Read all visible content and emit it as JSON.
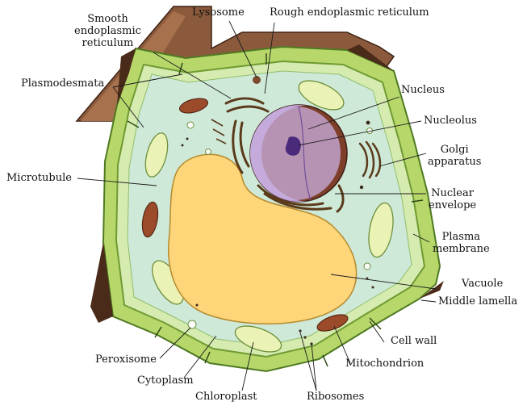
{
  "colors": {
    "outer_wall": "#8b5a3c",
    "outer_wall_dark": "#5a3320",
    "wall_green": "#b7d76b",
    "membrane_green": "#7fae3a",
    "cytoplasm": "#cfe9d9",
    "vacuole": "#ffd57a",
    "nucleus": "#b99bd0",
    "nucleus_dark": "#7e3f2a",
    "nucleolus": "#4a2a7a",
    "chloroplast": "#eaf2b6",
    "mitochondrion": "#9b4a2a",
    "organelle_brown": "#7a4a2a"
  },
  "labels": {
    "smooth_er": "Smooth\nendoplasmic\nreticulum",
    "lysosome": "Lysosome",
    "rough_er": "Rough endoplasmic reticulum",
    "plasmodesmata": "Plasmodesmata",
    "nucleus": "Nucleus",
    "nucleolus": "Nucleolus",
    "golgi": "Golgi\napparatus",
    "microtubule": "Microtubule",
    "nuclear_envelope": "Nuclear\nenvelope",
    "plasma_membrane": "Plasma\nmembrane",
    "vacuole": "Vacuole",
    "middle_lamella": "Middle lamella",
    "cell_wall": "Cell wall",
    "peroxisome": "Peroxisome",
    "mitochondrion": "Mitochondrion",
    "cytoplasm": "Cytoplasm",
    "chloroplast": "Chloroplast",
    "ribosomes": "Ribosomes"
  }
}
